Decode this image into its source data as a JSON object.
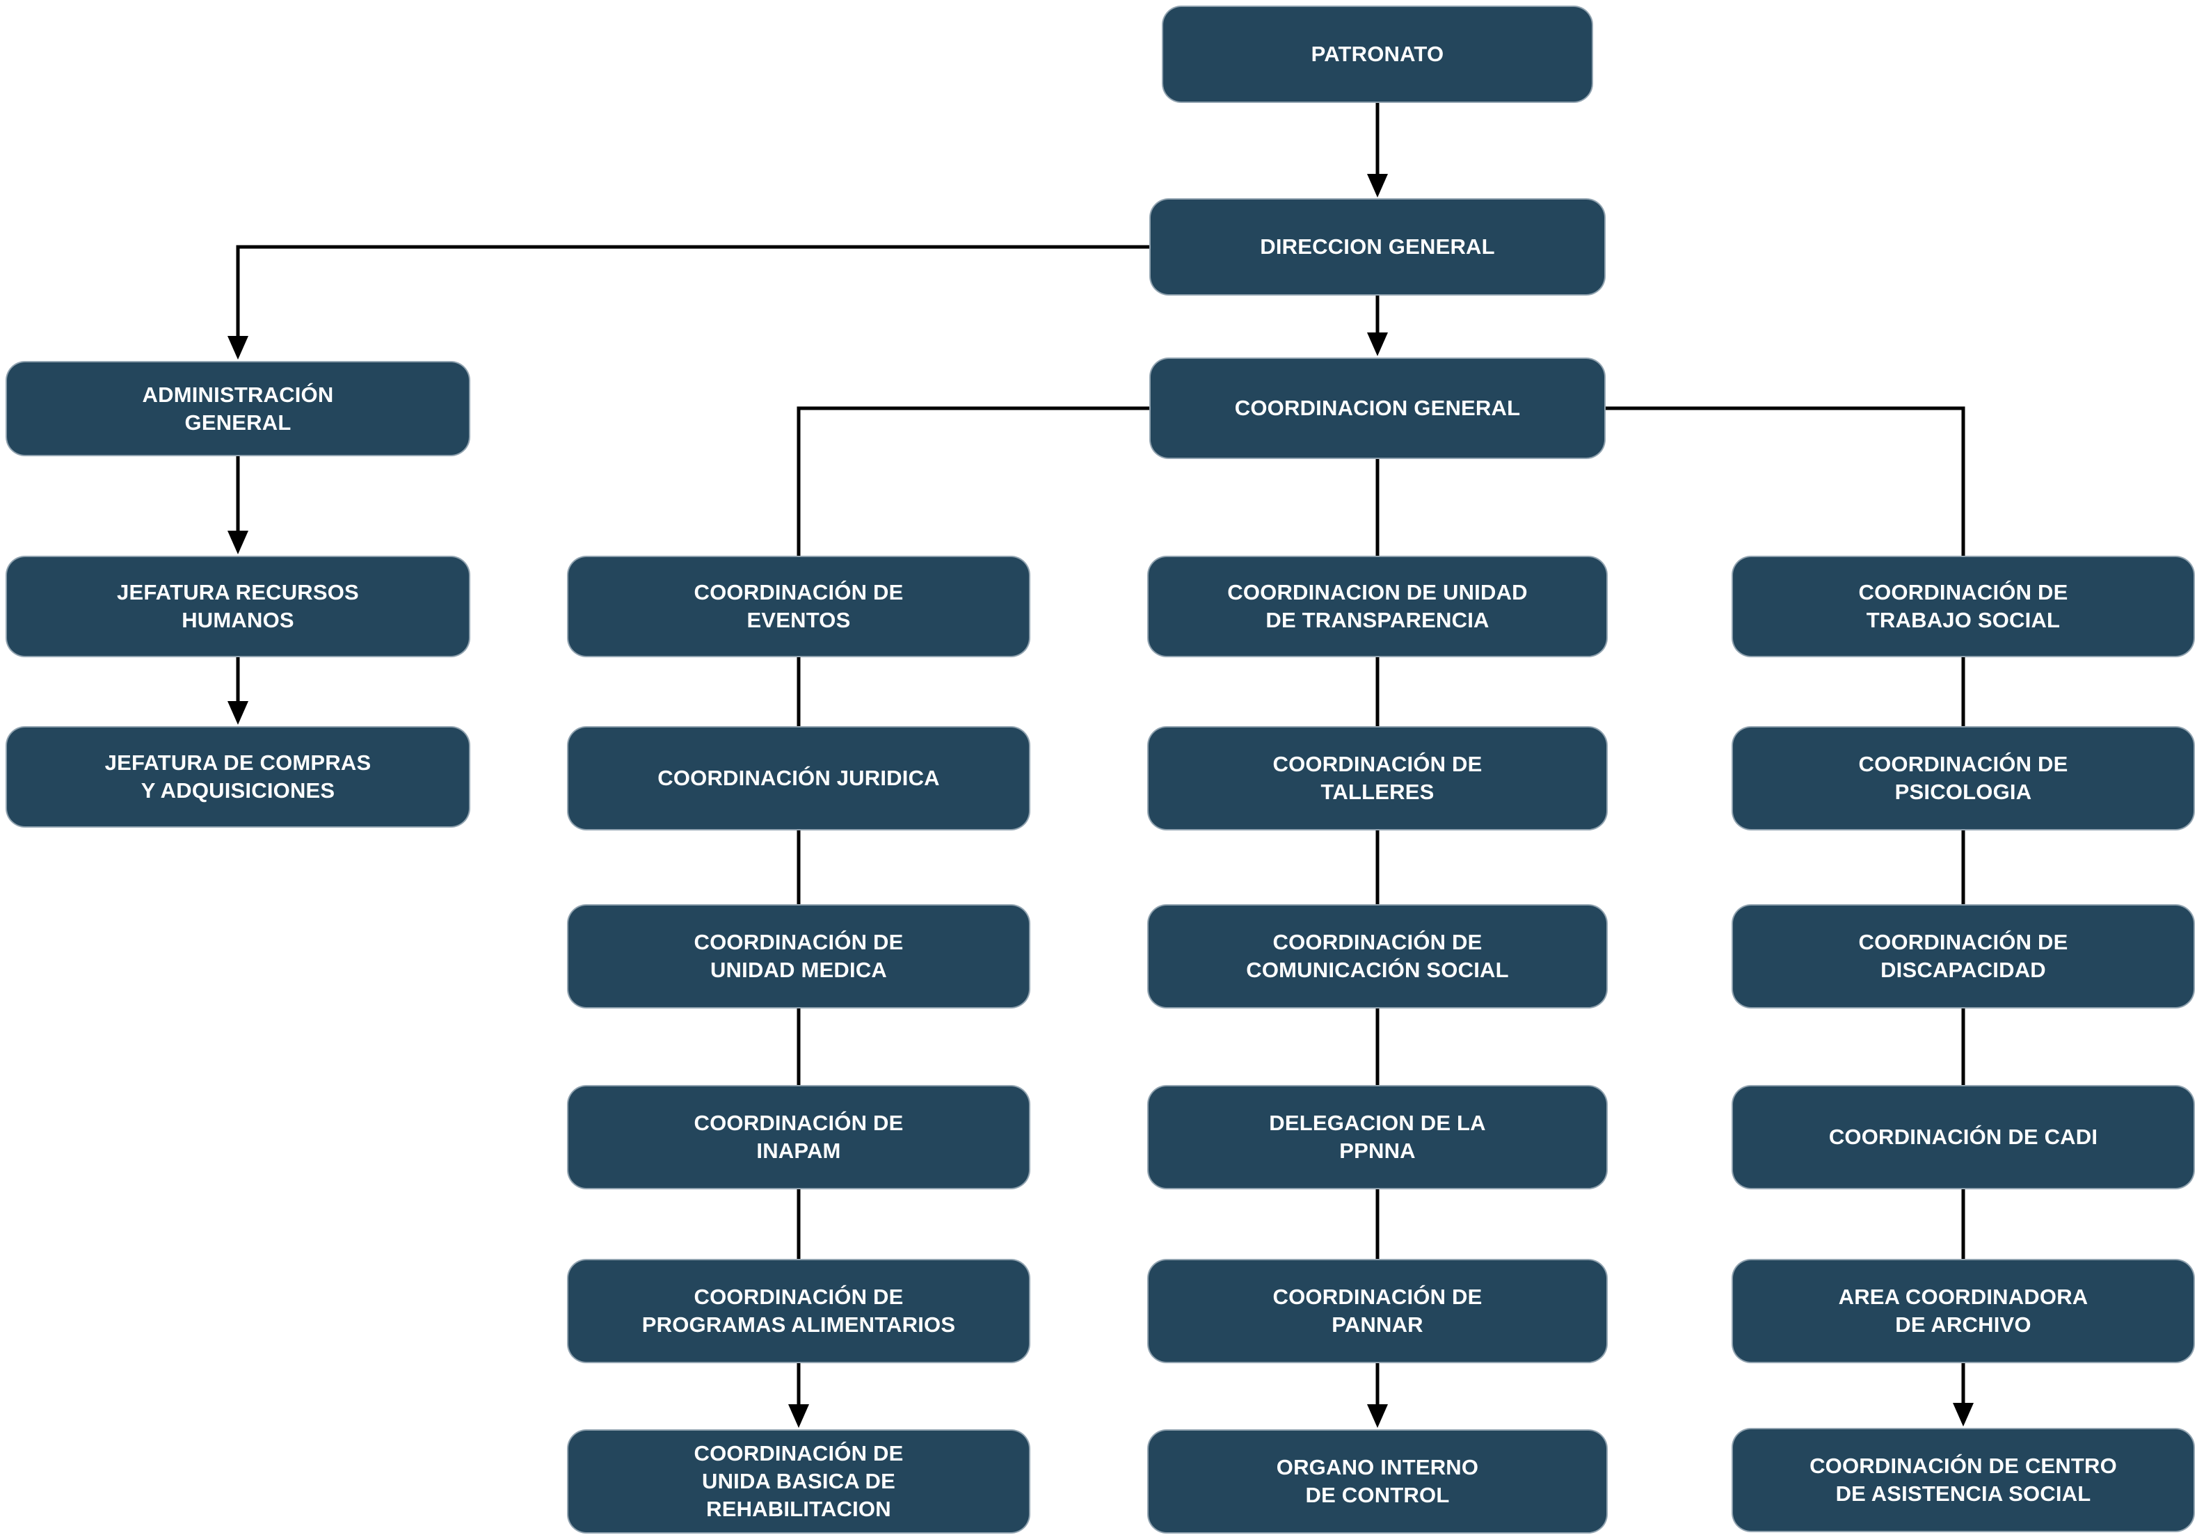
{
  "background": "#ffffff",
  "palette": {
    "node_fill": "#24465C",
    "node_text": "#FFFFFF",
    "connector": "#000000"
  },
  "nodes": {
    "patronato": {
      "label": "PATRONATO"
    },
    "direccion_general": {
      "label": "DIRECCION GENERAL"
    },
    "administracion_general": {
      "label": "ADMINISTRACIÓN\nGENERAL"
    },
    "coordinacion_general": {
      "label": "COORDINACION GENERAL"
    },
    "jefatura_recursos_humanos": {
      "label": "JEFATURA RECURSOS\nHUMANOS"
    },
    "jefatura_compras_adquisiciones": {
      "label": "JEFATURA DE COMPRAS\nY ADQUISICIONES"
    },
    "coordinacion_eventos": {
      "label": "COORDINACIÓN DE\nEVENTOS"
    },
    "coordinacion_juridica": {
      "label": "COORDINACIÓN JURIDICA"
    },
    "coordinacion_unidad_medica": {
      "label": "COORDINACIÓN DE\nUNIDAD MEDICA"
    },
    "coordinacion_inapam": {
      "label": "COORDINACIÓN DE\nINAPAM"
    },
    "coordinacion_programas_alimentarios": {
      "label": "COORDINACIÓN DE\nPROGRAMAS ALIMENTARIOS"
    },
    "coordinacion_unida_basica_rehabilitacion": {
      "label": "COORDINACIÓN DE\nUNIDA BASICA DE\nREHABILITACION"
    },
    "coordinacion_unidad_transparencia": {
      "label": "COORDINACION DE UNIDAD\nDE TRANSPARENCIA"
    },
    "coordinacion_talleres": {
      "label": "COORDINACIÓN DE\nTALLERES"
    },
    "coordinacion_comunicacion_social": {
      "label": "COORDINACIÓN DE\nCOMUNICACIÓN SOCIAL"
    },
    "delegacion_ppnna": {
      "label": "DELEGACION DE LA\nPPNNA"
    },
    "coordinacion_pannar": {
      "label": "COORDINACIÓN DE\nPANNAR"
    },
    "organo_interno_control": {
      "label": "ORGANO INTERNO\nDE CONTROL"
    },
    "coordinacion_trabajo_social": {
      "label": "COORDINACIÓN DE\nTRABAJO SOCIAL"
    },
    "coordinacion_psicologia": {
      "label": "COORDINACIÓN DE\nPSICOLOGIA"
    },
    "coordinacion_discapacidad": {
      "label": "COORDINACIÓN DE\nDISCAPACIDAD"
    },
    "coordinacion_cadi": {
      "label": "COORDINACIÓN DE CADI"
    },
    "area_coordinadora_archivo": {
      "label": "AREA COORDINADORA\nDE ARCHIVO"
    },
    "coordinacion_centro_asistencia_social": {
      "label": "COORDINACIÓN DE CENTRO\nDE ASISTENCIA SOCIAL"
    }
  }
}
